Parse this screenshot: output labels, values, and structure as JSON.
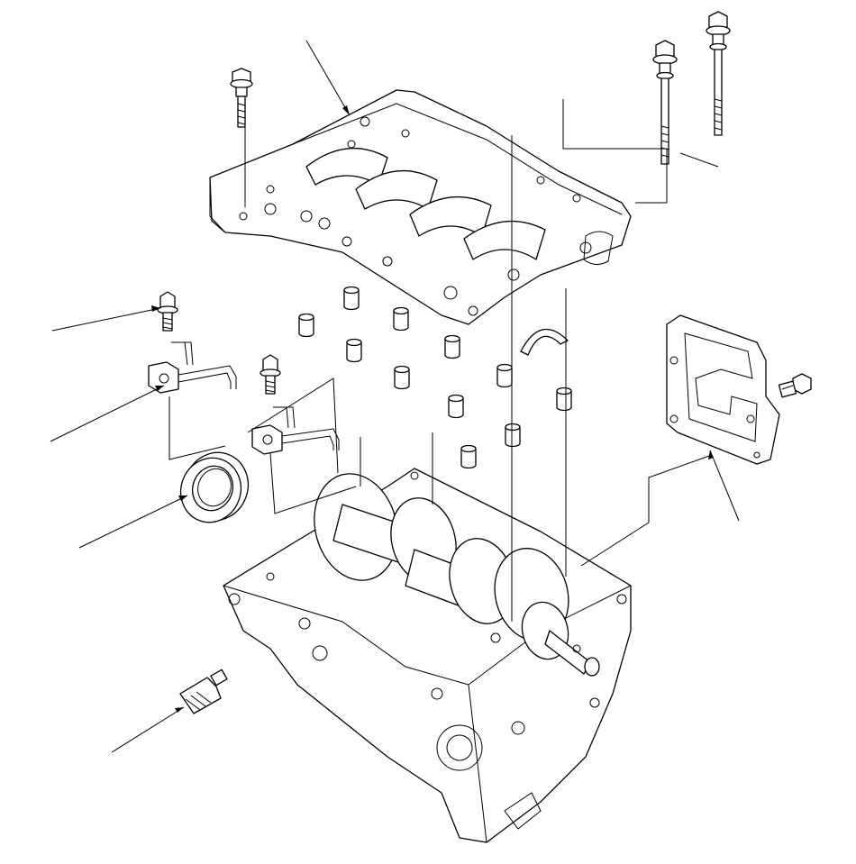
{
  "diagram": {
    "line_color": "#000000",
    "background": "#ffffff",
    "parts": [
      {
        "key": "upper_block",
        "icon": "crankcase-lower-block-icon"
      },
      {
        "key": "lower_block",
        "icon": "cylinder-block-crankshaft-icon"
      },
      {
        "key": "long_bolt_a",
        "icon": "long-bolt-icon"
      },
      {
        "key": "long_bolt_b",
        "icon": "long-bolt-icon"
      },
      {
        "key": "short_bolt",
        "icon": "flange-bolt-icon"
      },
      {
        "key": "jet_bolt_1",
        "icon": "flange-bolt-icon"
      },
      {
        "key": "jet_bolt_2",
        "icon": "flange-bolt-icon"
      },
      {
        "key": "oil_jet_1",
        "icon": "piston-oil-jet-icon"
      },
      {
        "key": "oil_jet_2",
        "icon": "piston-oil-jet-icon"
      },
      {
        "key": "oil_seal",
        "icon": "oil-seal-icon"
      },
      {
        "key": "gasket",
        "icon": "gasket-icon"
      },
      {
        "key": "gasket_bolt",
        "icon": "gasket-bolt-icon"
      },
      {
        "key": "sensor",
        "icon": "sensor-icon"
      },
      {
        "key": "bearing",
        "icon": "bearing-half-shell-icon"
      },
      {
        "key": "dowels",
        "icon": "dowel-pin-icon"
      }
    ],
    "callouts": 7
  }
}
